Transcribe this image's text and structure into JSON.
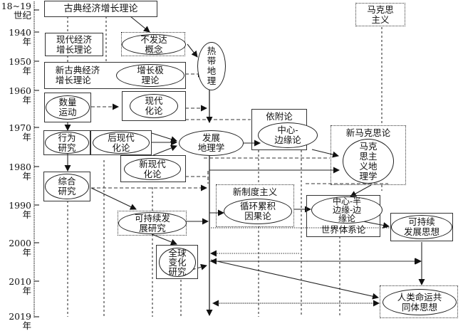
{
  "timeline": {
    "labels": [
      "18~19\n世纪",
      "1940年",
      "1950年",
      "1960年",
      "1970年",
      "1980年",
      "1990年",
      "2000年",
      "2010年",
      "2019年"
    ]
  },
  "nodes": {
    "classical_growth": "古典经济增长理论",
    "marxism": "马克思\n主义",
    "modern_econ_growth": "现代经济\n增长理论",
    "underdevelopment": "不发达\n概念",
    "tropical_geo": "热\n带\n地\n理",
    "neoclassical_growth": "新古典经济\n增长理论",
    "growth_pole": "增长极\n理论",
    "quantitative_rev": "数量\n运动",
    "modernization": "现代\n化论",
    "behavioral": "行为\n研究",
    "postmodernization": "后现代\n化论",
    "dev_geography": "发展\n地理学",
    "dependency_title": "依附论",
    "core_periphery": "中心-\n边缘论",
    "neomarxism_title": "新马克思论",
    "marxist_geo": "马克\n思主\n义地\n理学",
    "neomodernization": "新现代\n化论",
    "integrated": "综合\n研究",
    "new_institutionalism_title": "新制度主义",
    "cumulative_causation": "循环累积\n因果论",
    "core_semi_periphery": "中心-半\n边缘-边\n缘论",
    "world_system": "世界体系论",
    "sustainable_research": "可持续发\n展研究",
    "sustainable_thought": "可持续\n发展思想",
    "global_change": "全球\n变化\n研究",
    "community_shared_future": "人类命运共\n同体思想"
  }
}
